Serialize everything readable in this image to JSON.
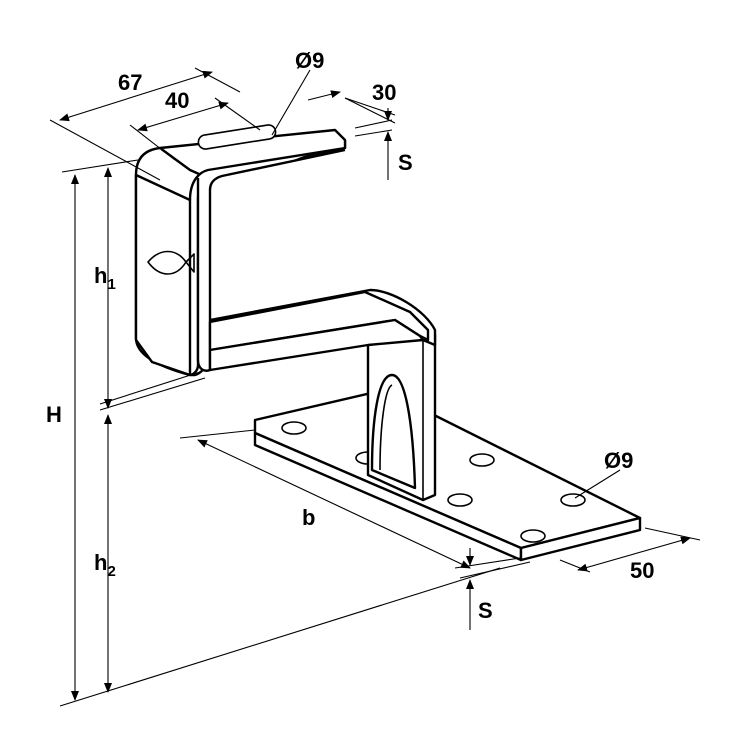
{
  "labels": {
    "width_outer": "67",
    "width_inner": "40",
    "slot_diameter": "Ø9",
    "top_depth": "30",
    "thickness_top": "S",
    "height_total": "H",
    "height_upper_base": "h",
    "height_upper_sub": "1",
    "height_lower_base": "h",
    "height_lower_sub": "2",
    "base_length": "b",
    "base_hole_diameter": "Ø9",
    "base_width": "50",
    "thickness_base": "S"
  },
  "colors": {
    "line": "#000000",
    "background": "#ffffff"
  }
}
